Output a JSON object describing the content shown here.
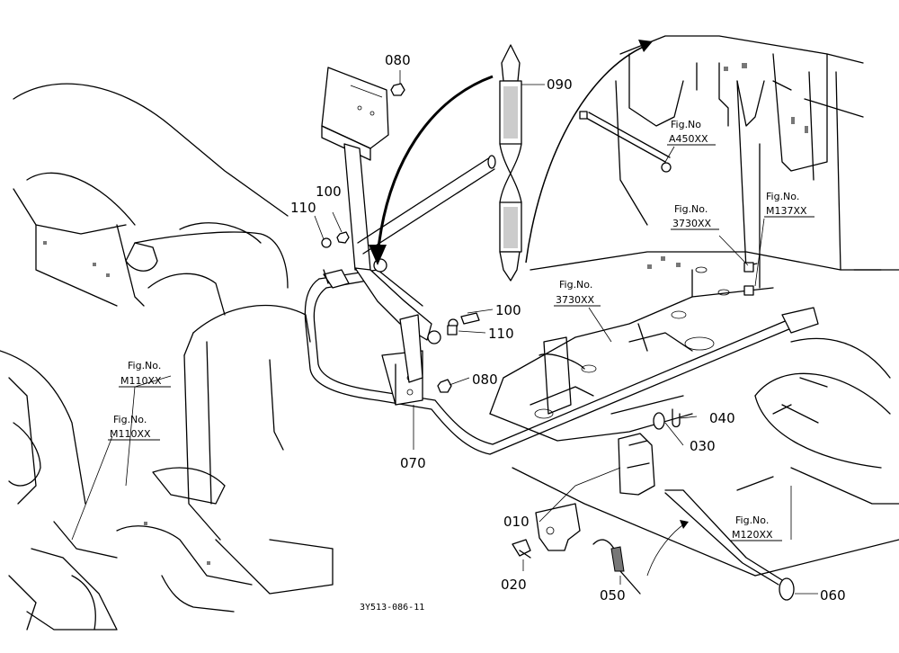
{
  "parts": {
    "p010": "010",
    "p020": "020",
    "p030": "030",
    "p040": "040",
    "p050": "050",
    "p060": "060",
    "p070": "070",
    "p080a": "080",
    "p080b": "080",
    "p090": "090",
    "p100a": "100",
    "p100b": "100",
    "p110a": "110",
    "p110b": "110"
  },
  "refs": {
    "a450_fig": "Fig.No",
    "a450_num": "A450XX",
    "r3730a_fig": "Fig.No.",
    "r3730a_num": "3730XX",
    "m137_fig": "Fig.No.",
    "m137_num": "M137XX",
    "r3730b_fig": "Fig.No.",
    "r3730b_num": "3730XX",
    "m110a_fig": "Fig.No.",
    "m110a_num": "M110XX",
    "m110b_fig": "Fig.No.",
    "m110b_num": "M110XX",
    "m120_fig": "Fig.No.",
    "m120_num": "M120XX"
  },
  "footer": {
    "drawing_code": "3Y513-086-11"
  }
}
